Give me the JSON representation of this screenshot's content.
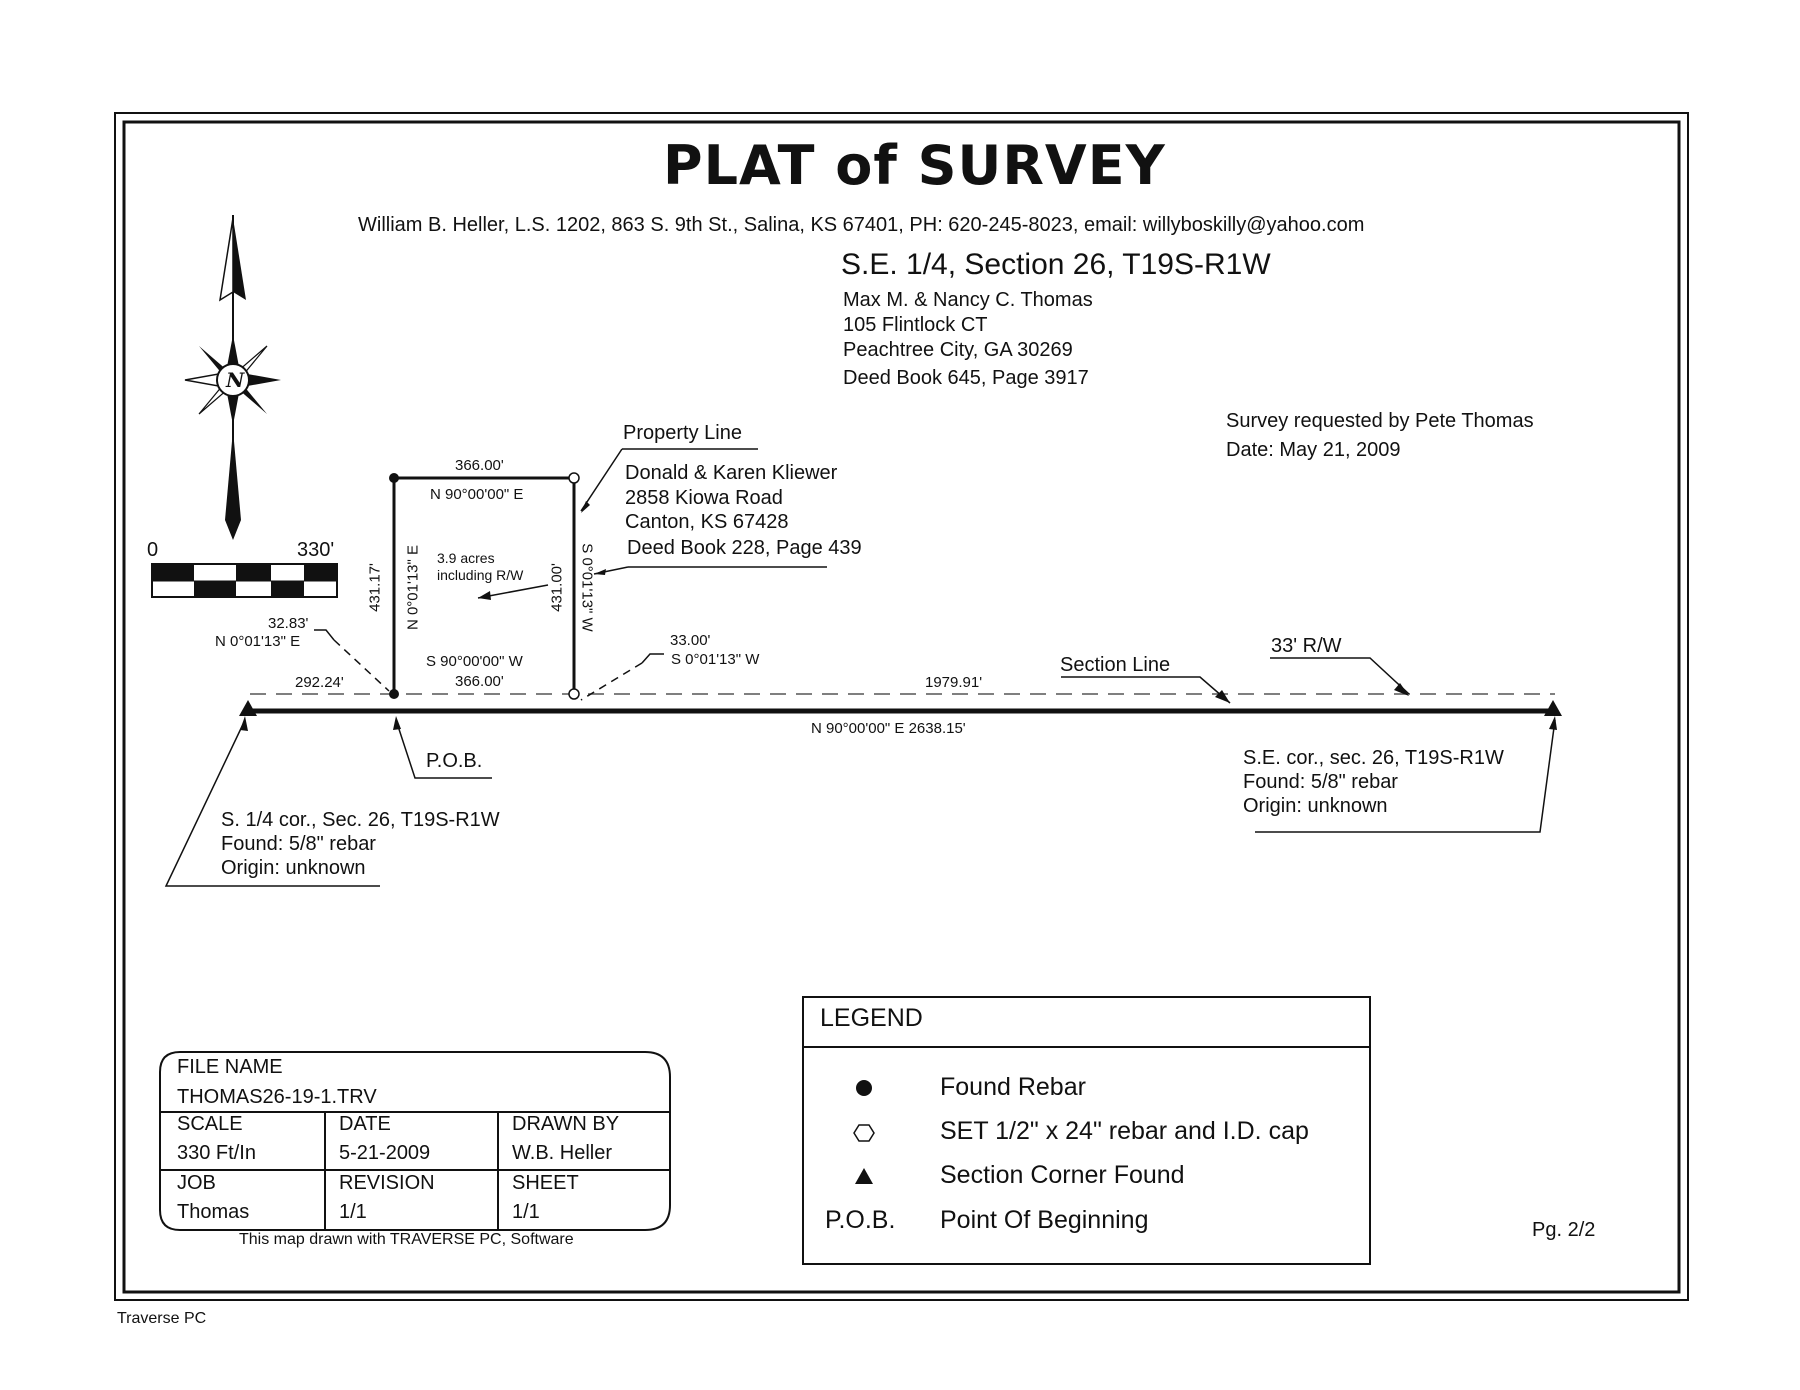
{
  "title": "PLAT of SURVEY",
  "surveyor_line": "William B. Heller, L.S. 1202, 863 S. 9th St., Salina, KS  67401, PH: 620-245-8023, email: willyboskilly@yahoo.com",
  "location": "S.E. 1/4, Section 26, T19S-R1W",
  "owner": [
    "Max M. & Nancy C. Thomas",
    "105 Flintlock CT",
    "Peachtree City, GA  30269",
    "Deed Book 645, Page 3917"
  ],
  "request": [
    "Survey requested by Pete Thomas",
    "Date: May 21, 2009"
  ],
  "property_line_label": "Property Line",
  "neighbor": [
    "Donald & Karen Kliewer",
    "2858 Kiowa Road",
    "Canton, KS  67428",
    "Deed Book 228, Page 439"
  ],
  "scale_bar": {
    "zero": "0",
    "max": "330'"
  },
  "compass": {
    "north": "N"
  },
  "tract": {
    "top_distance": "366.00'",
    "top_bearing": "N 90°00'00\" E",
    "left_distance": "431.17'",
    "left_bearing": "N 0°01'13\" E",
    "right_distance": "431.00'",
    "right_bearing": "S 0°01'13\" W",
    "bottom_bearing": "S 90°00'00\" W",
    "bottom_distance": "366.00'",
    "area": [
      "3.9 acres",
      "including R/W"
    ]
  },
  "tie_left": {
    "distance": "32.83'",
    "bearing": "N 0°01'13\" E",
    "offset": "292.24'"
  },
  "tie_right": {
    "distance": "33.00'",
    "bearing": "S 0°01'13\" W"
  },
  "rw_distance": "1979.91'",
  "section_line_label": "Section Line",
  "rw_label": "33' R/W",
  "section_line_bearing": "N 90°00'00\" E 2638.15'",
  "pob": "P.O.B.",
  "s14_corner": [
    "S. 1/4 cor., Sec. 26, T19S-R1W",
    "Found: 5/8\" rebar",
    "Origin: unknown"
  ],
  "se_corner": [
    "S.E. cor., sec. 26, T19S-R1W",
    "Found: 5/8\" rebar",
    "Origin: unknown"
  ],
  "title_block": {
    "file_name_label": "FILE NAME",
    "file_name": "THOMAS26-19-1.TRV",
    "scale_label": "SCALE",
    "scale": "330 Ft/In",
    "date_label": "DATE",
    "date": "5-21-2009",
    "drawn_label": "DRAWN BY",
    "drawn": "W.B. Heller",
    "job_label": "JOB",
    "job": "Thomas",
    "revision_label": "REVISION",
    "revision": "1/1",
    "sheet_label": "SHEET",
    "sheet": "1/1",
    "software_note": "This map drawn with TRAVERSE PC, Software"
  },
  "legend": {
    "title": "LEGEND",
    "items": [
      {
        "symbol": "found-rebar",
        "label": "Found Rebar"
      },
      {
        "symbol": "set-rebar",
        "label": "SET 1/2\" x 24\" rebar and I.D. cap"
      },
      {
        "symbol": "section-corner",
        "label": "Section Corner Found"
      },
      {
        "symbol": "P.O.B.",
        "label": "Point Of Beginning"
      }
    ]
  },
  "page_number": "Pg. 2/2",
  "footer": "Traverse PC"
}
